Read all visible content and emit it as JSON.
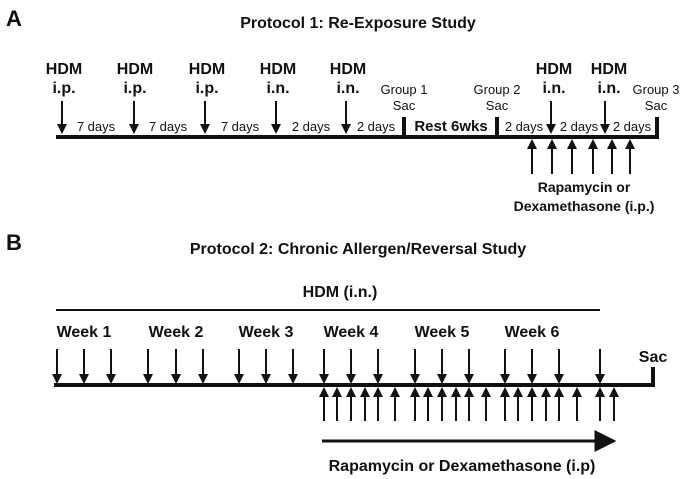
{
  "panel_a": {
    "letter": "A",
    "title": "Protocol 1: Re-Exposure Study",
    "hdm_labels": [
      {
        "top": "HDM",
        "bottom": "i.p."
      },
      {
        "top": "HDM",
        "bottom": "i.p."
      },
      {
        "top": "HDM",
        "bottom": "i.p."
      },
      {
        "top": "HDM",
        "bottom": "i.n."
      },
      {
        "top": "HDM",
        "bottom": "i.n."
      },
      {
        "top": "HDM",
        "bottom": "i.n."
      },
      {
        "top": "HDM",
        "bottom": "i.n."
      }
    ],
    "groups": [
      {
        "top": "Group 1",
        "bottom": "Sac"
      },
      {
        "top": "Group 2",
        "bottom": "Sac"
      },
      {
        "top": "Group 3",
        "bottom": "Sac"
      }
    ],
    "intervals": [
      "7 days",
      "7 days",
      "7 days",
      "2 days",
      "2 days",
      "Rest 6wks",
      "2 days",
      "2 days",
      "2 days"
    ],
    "treatment": {
      "line1": "Rapamycin or",
      "line2": "Dexamethasone (i.p.)"
    }
  },
  "panel_b": {
    "letter": "B",
    "title": "Protocol 2: Chronic Allergen/Reversal Study",
    "hdm_label": "HDM (i.n.)",
    "weeks": [
      "Week 1",
      "Week 2",
      "Week 3",
      "Week 4",
      "Week 5",
      "Week 6"
    ],
    "sac": "Sac",
    "treatment": "Rapamycin or Dexamethasone (i.p)"
  }
}
